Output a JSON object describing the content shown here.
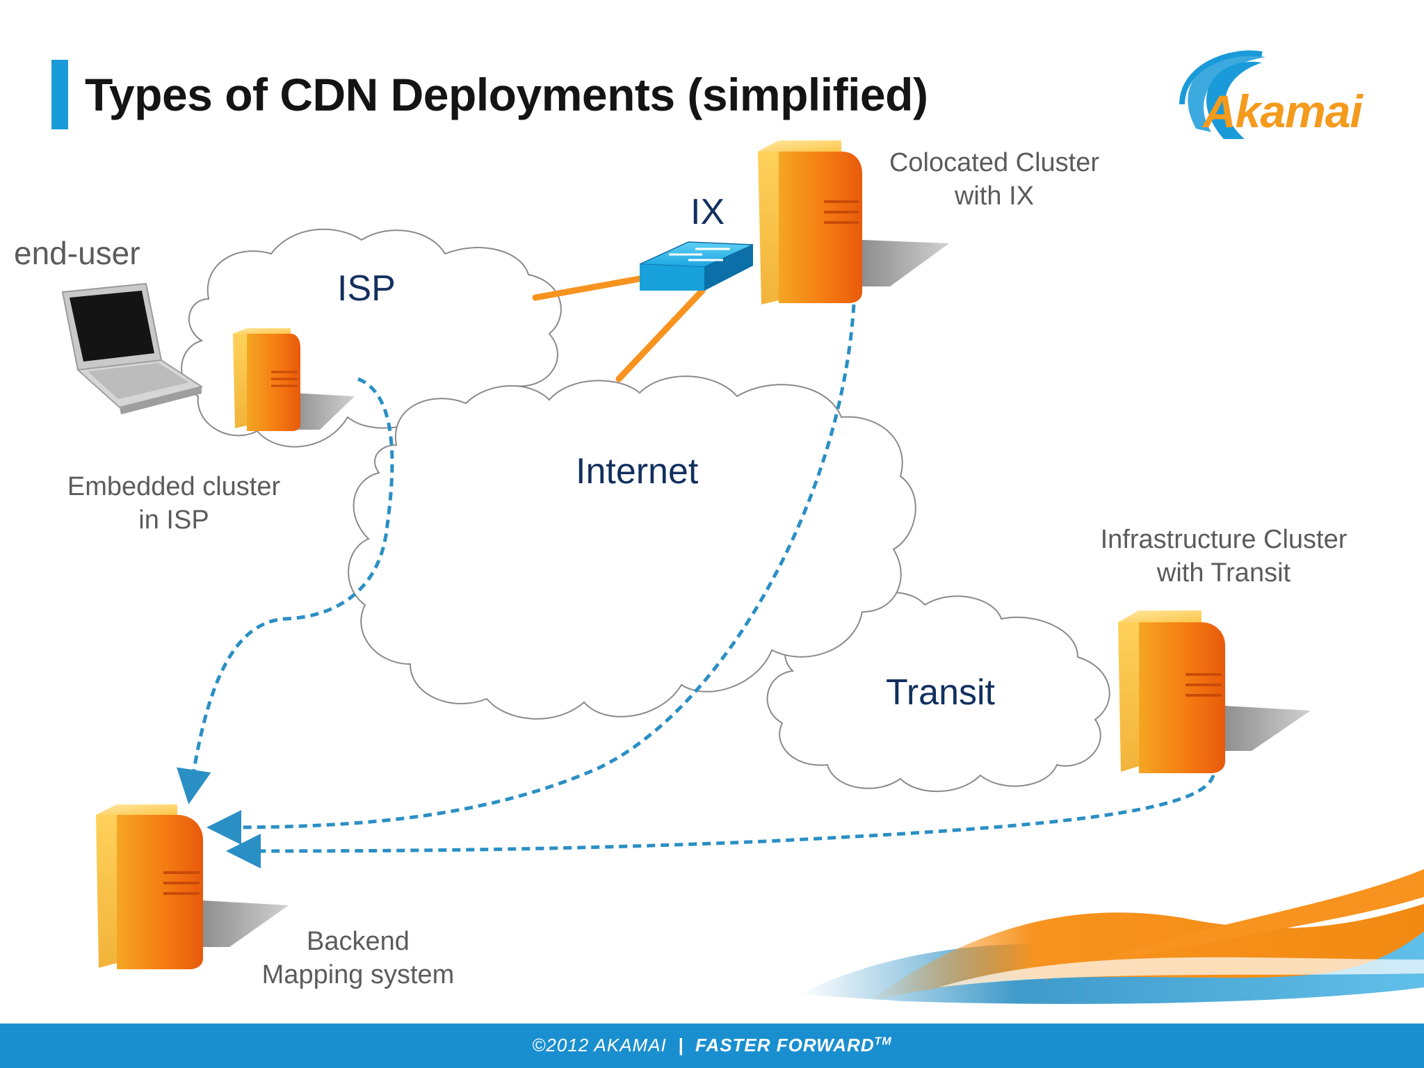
{
  "slide": {
    "title": "Types of CDN Deployments (simplified)",
    "logo_text": "Akamai",
    "footer": {
      "copyright": "©2012 AKAMAI",
      "separator": "|",
      "tagline": "FASTER FORWARD",
      "trademark": "TM"
    }
  },
  "networks": {
    "isp": "ISP",
    "internet": "Internet",
    "transit": "Transit",
    "ix": "IX"
  },
  "nodes": {
    "end_user": "end-user",
    "embedded_line1": "Embedded cluster",
    "embedded_line2": "in ISP",
    "colocated_line1": "Colocated Cluster",
    "colocated_line2": "with IX",
    "infrastructure_line1": "Infrastructure Cluster",
    "infrastructure_line2": "with Transit",
    "backend_line1": "Backend",
    "backend_line2": "Mapping system"
  },
  "colors": {
    "accent_blue": "#1a9ad9",
    "link_orange": "#f7931e",
    "dashed_blue": "#2a8fc4",
    "network_label": "#12305e"
  }
}
